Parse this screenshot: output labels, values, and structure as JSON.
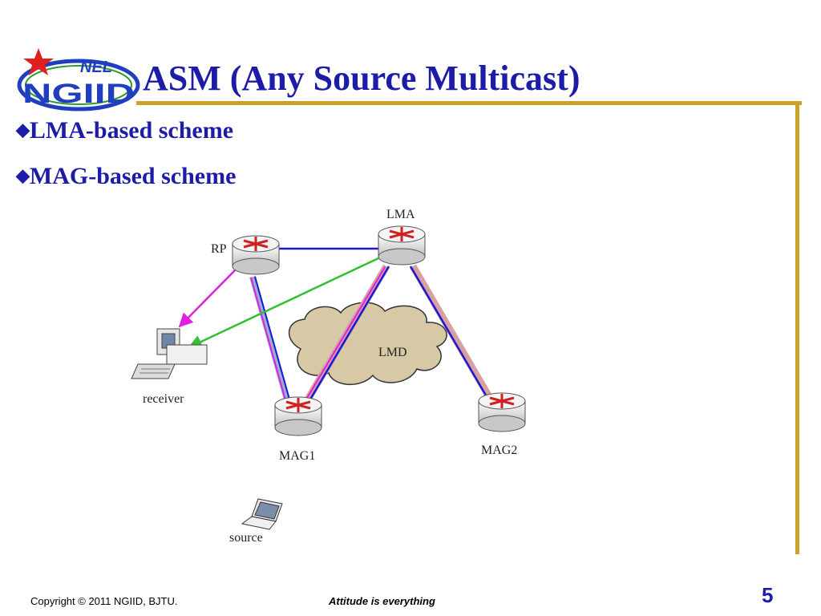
{
  "logo": {
    "top_text": "NEL",
    "main_text": "NGIID",
    "colors": {
      "blue": "#1f3fbf",
      "red": "#e02020",
      "green": "#2e9a2e"
    }
  },
  "slide": {
    "title": "ASM (Any Source Multicast)",
    "bullets": [
      {
        "marker": "◆",
        "text": "LMA-based scheme"
      },
      {
        "marker": "◆",
        "text": "MAG-based scheme"
      }
    ],
    "accent_color": "#c9a227",
    "title_color": "#1c1ca8"
  },
  "diagram": {
    "nodes": {
      "lma": "LMA",
      "rp": "RP",
      "mag1": "MAG1",
      "mag2": "MAG2",
      "lmd": "LMD",
      "receiver": "receiver",
      "source": "source"
    },
    "icons": [
      "router-icon",
      "desktop-computer-icon",
      "laptop-icon",
      "cloud-icon"
    ],
    "link_colors": {
      "blue": "#1a1ad6",
      "magenta": "#e020e0",
      "green": "#30c030"
    }
  },
  "footer": {
    "copyright": "Copyright © 2011 NGIID, BJTU.",
    "motto": "Attitude is everything",
    "page_number": "5"
  }
}
